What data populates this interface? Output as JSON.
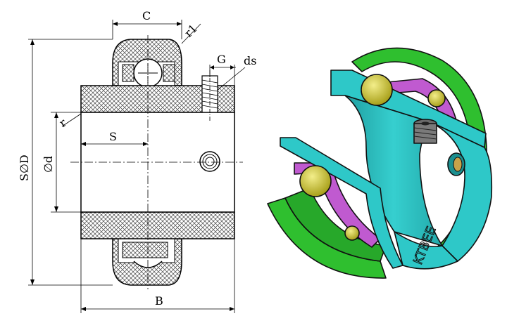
{
  "dimension_labels": {
    "c": "C",
    "r1": "r1",
    "g": "G",
    "ds": "ds",
    "sd": "S∅D",
    "d": "∅d",
    "r": "r",
    "s": "S",
    "b": "B"
  },
  "brand_text": "KTBEE",
  "colors": {
    "outer_ring": "#2fbf2f",
    "inner_ring": "#2ec8c8",
    "balls": "#c9c12a",
    "cage": "#c05ad0",
    "hatch": "#555555"
  }
}
